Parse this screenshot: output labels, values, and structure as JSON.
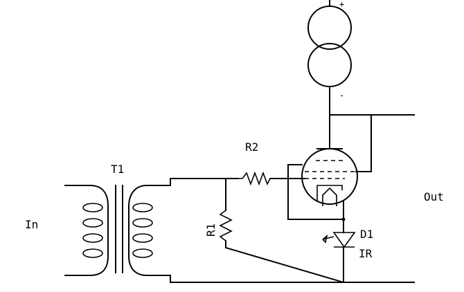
{
  "labels": {
    "in": "In",
    "out": "Out",
    "t1": "T1",
    "r1": "R1",
    "r2": "R2",
    "d1": "D1",
    "ir": "IR",
    "plus": "+",
    "minus": "-"
  }
}
